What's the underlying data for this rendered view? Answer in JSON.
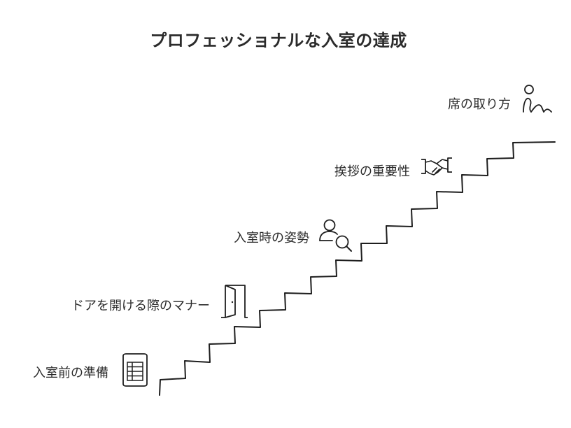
{
  "title": "プロフェッショナルな入室の達成",
  "steps": [
    {
      "label": "入室前の準備",
      "icon": "document-icon"
    },
    {
      "label": "ドアを開ける際のマナー",
      "icon": "door-icon"
    },
    {
      "label": "入室時の姿勢",
      "icon": "user-search-icon"
    },
    {
      "label": "挨拶の重要性",
      "icon": "handshake-icon"
    },
    {
      "label": "席の取り方",
      "icon": "sitting-person-icon"
    }
  ]
}
